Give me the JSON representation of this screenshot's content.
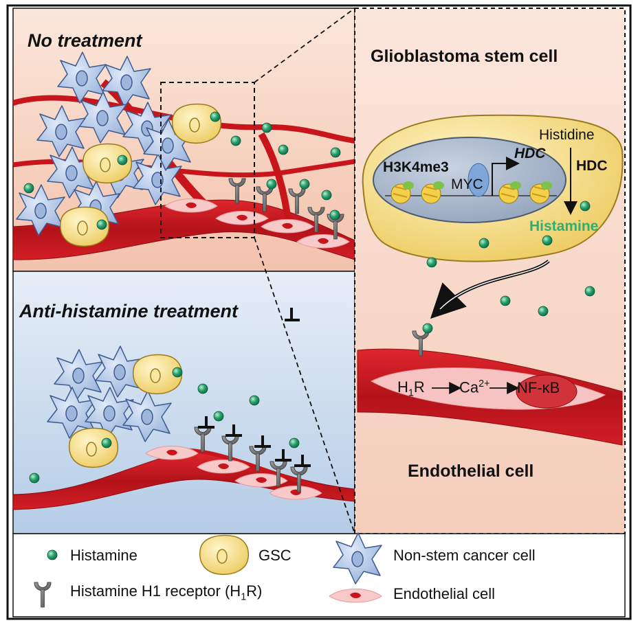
{
  "panels": {
    "no_treatment": {
      "title": "No treatment"
    },
    "anti_histamine": {
      "title": "Anti-histamine treatment"
    },
    "detail": {
      "gsc_title": "Glioblastoma stem cell",
      "endothelial_title": "Endothelial cell",
      "mark": "H3K4me3",
      "gene": "HDC",
      "tf": "MYC",
      "substrate": "Histidine",
      "enzyme": "HDC",
      "product": "Histamine",
      "pathway": {
        "r": "H",
        "r_sub": "1",
        "r_tail": "R",
        "ca": "Ca",
        "ca_sup": "2+",
        "nf": "NF-κB"
      }
    }
  },
  "legend": {
    "histamine": "Histamine",
    "gsc": "GSC",
    "non_stem": "Non-stem cancer cell",
    "receptor_pre": "Histamine H1 receptor (H",
    "receptor_sub": "1",
    "receptor_post": "R)",
    "endothelial": "Endothelial cell"
  },
  "colors": {
    "histamine_green": "#1f9a66",
    "gsc_yellow": "#f2d978",
    "nonstem_blue": "#a9c1e6",
    "vessel_red": "#c8151c",
    "endothelial_pink": "#f4c0c0",
    "histamine_label": "#2fae73"
  }
}
